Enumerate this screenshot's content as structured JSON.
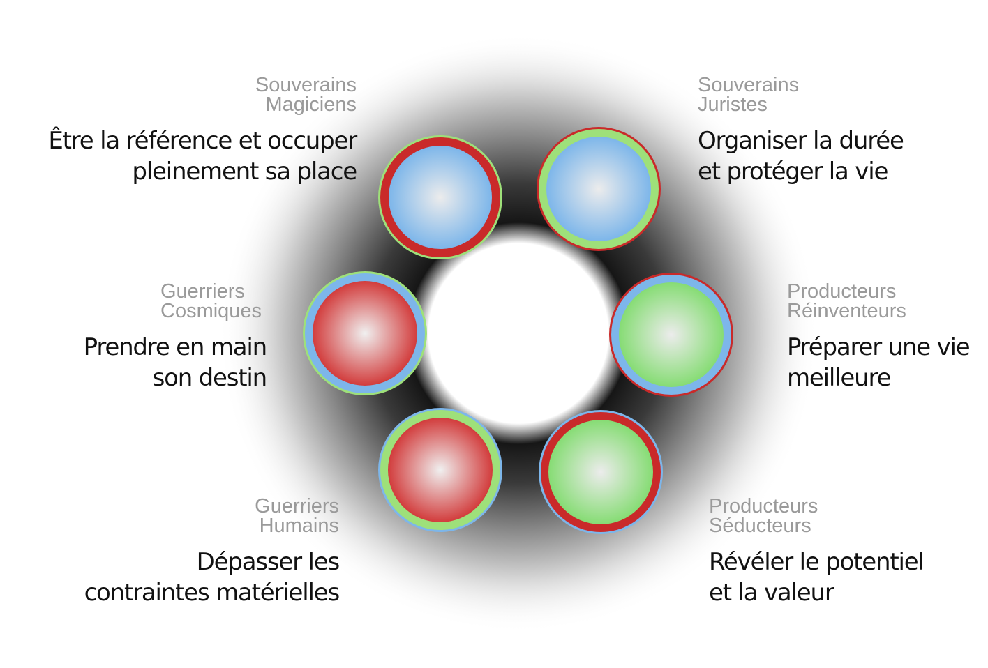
{
  "diagram": {
    "nodes": [
      {
        "id": "souverains-magiciens",
        "category": [
          "Souverains",
          "Magiciens"
        ],
        "description": [
          "Être la référence et occuper",
          "pleinement sa place"
        ],
        "fill_color": "#7db6ea",
        "ring_outer_color": "#9ee07a",
        "ring_inner_color": "#c92a2a"
      },
      {
        "id": "souverains-juristes",
        "category": [
          "Souverains",
          "Juristes"
        ],
        "description": [
          "Organiser la durée",
          "et protéger la vie"
        ],
        "fill_color": "#7db6ea",
        "ring_outer_color": "#c92a2a",
        "ring_inner_color": "#9ee07a"
      },
      {
        "id": "producteurs-reinventeurs",
        "category": [
          "Producteurs",
          "Réinventeurs"
        ],
        "description": [
          "Préparer une vie",
          "meilleure"
        ],
        "fill_color": "#86dc74",
        "ring_outer_color": "#c92a2a",
        "ring_inner_color": "#7db6ea"
      },
      {
        "id": "producteurs-seducteurs",
        "category": [
          "Producteurs",
          "Séducteurs"
        ],
        "description": [
          "Révéler le potentiel",
          "et la valeur"
        ],
        "fill_color": "#86dc74",
        "ring_outer_color": "#7db6ea",
        "ring_inner_color": "#c92a2a"
      },
      {
        "id": "guerriers-humains",
        "category": [
          "Guerriers",
          "Humains"
        ],
        "description": [
          "Dépasser les",
          "contraintes matérielles"
        ],
        "fill_color": "#d23c3c",
        "ring_outer_color": "#7db6ea",
        "ring_inner_color": "#9ee07a"
      },
      {
        "id": "guerriers-cosmiques",
        "category": [
          "Guerriers",
          "Cosmiques"
        ],
        "description": [
          "Prendre en main",
          "son destin"
        ],
        "fill_color": "#d23c3c",
        "ring_outer_color": "#9ee07a",
        "ring_inner_color": "#7db6ea"
      }
    ],
    "center_glow": {
      "core_color": "#ffffff",
      "shadow_color": "#1e1e1e"
    }
  }
}
